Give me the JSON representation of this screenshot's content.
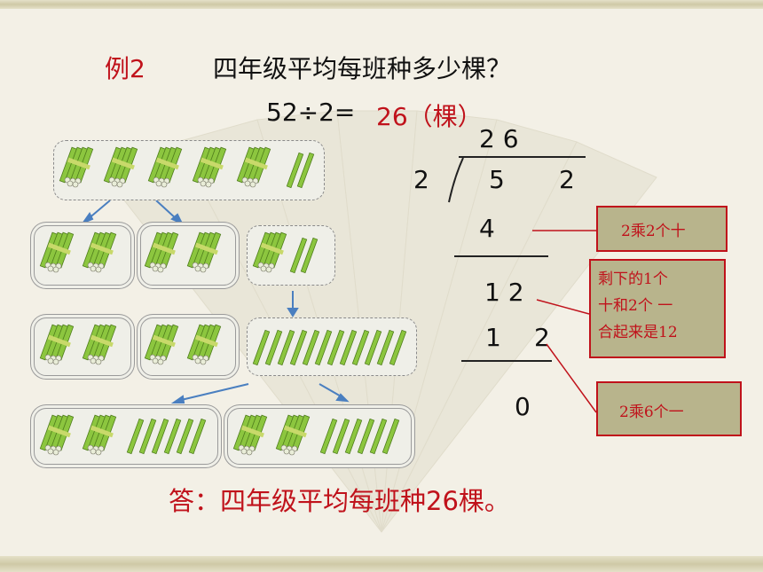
{
  "example_label": "例2",
  "question": "四年级平均每班种多少棵？",
  "equation": {
    "expression": "52÷2=",
    "result": "26（棵）"
  },
  "division": {
    "quotient": "2 6",
    "divisor": "2",
    "dividend_tens": "5",
    "dividend_ones": "2",
    "step1_product": "4",
    "step2_remainder": "1 2",
    "step3_product_tens": "1",
    "step3_product_ones": "2",
    "final_remainder": "0"
  },
  "callouts": {
    "first": "2乘2个十",
    "second_line1": "剩下的1个",
    "second_line2": "十和2个 一",
    "second_line3": "合起来是12",
    "third": "2乘6个一"
  },
  "answer": "答：四年级平均每班种26棵。",
  "colors": {
    "accent_red": "#c0121b",
    "callout_bg": "#b8b48c",
    "bundle_green": "#8cc63f"
  }
}
